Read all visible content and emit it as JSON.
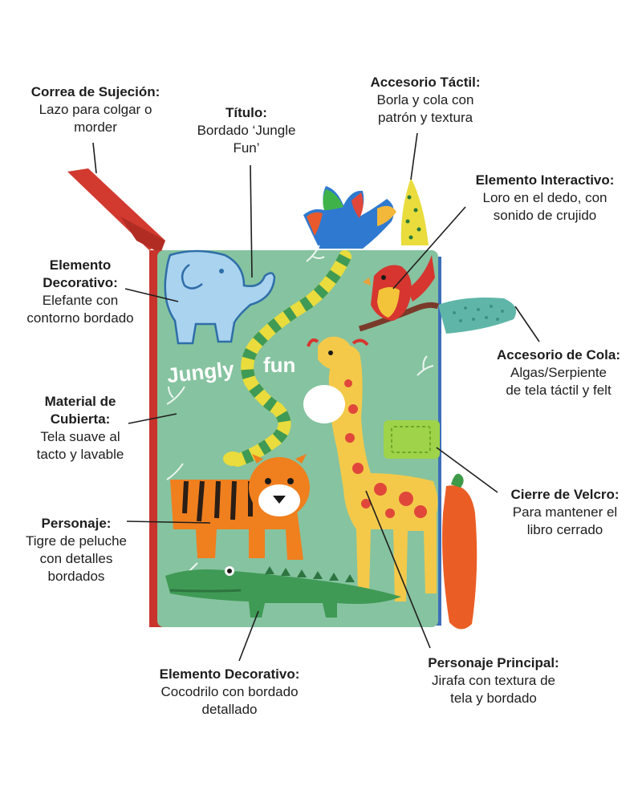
{
  "book": {
    "title_left": "Jungly",
    "title_right": "fun"
  },
  "callouts": [
    {
      "key": "strap",
      "title": "Correa de Sujeción:",
      "desc": "Lazo para colgar o\nmorder"
    },
    {
      "key": "title",
      "title": "Título:",
      "desc": "Bordado ‘Jungle\nFun’"
    },
    {
      "key": "tactile",
      "title": "Accesorio Táctil:",
      "desc": "Borla y cola con\npatrón y textura"
    },
    {
      "key": "interactive",
      "title": "Elemento Interactivo:",
      "desc": "Loro en el dedo, con\nsonido de crujido"
    },
    {
      "key": "elephant",
      "title": "Elemento\nDecorativo:",
      "desc": "Elefante con\ncontorno bordado"
    },
    {
      "key": "tail",
      "title": "Accesorio de Cola:",
      "desc": "Algas/Serpiente\nde tela táctil y felt"
    },
    {
      "key": "cover",
      "title": "Material de\nCubierta:",
      "desc": "Tela suave al\ntacto y lavable"
    },
    {
      "key": "velcro",
      "title": "Cierre de Velcro:",
      "desc": "Para mantener el\nlibro cerrado"
    },
    {
      "key": "tiger",
      "title": "Personaje:",
      "desc": "Tigre de peluche\ncon detalles\nbordados"
    },
    {
      "key": "croc",
      "title": "Elemento Decorativo:",
      "desc": "Cocodrilo con bordado\ndetallado"
    },
    {
      "key": "giraffe",
      "title": "Personaje Principal:",
      "desc": "Jirafa con  textura  de\ntela y bordado"
    }
  ],
  "colors": {
    "cover": "#86c3a0",
    "spine": "#c8342c",
    "strap": "#d23a2f",
    "velcro": "#9ed34a",
    "tiger": "#f07f1e",
    "giraffe": "#f4c94a",
    "croc": "#3f9a55",
    "elephant": "#a9d3ef"
  }
}
